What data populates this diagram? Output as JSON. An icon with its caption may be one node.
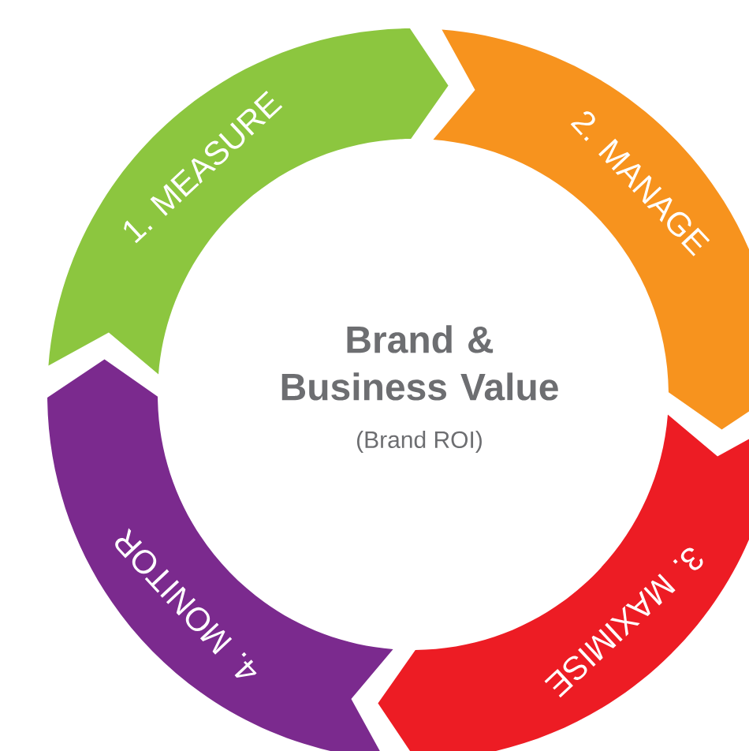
{
  "diagram": {
    "nodes": [
      {
        "text": [
          "1. MEASURE"
        ]
      },
      {
        "text": [
          "2. MANAGE"
        ]
      },
      {
        "text": [
          "3. MAXIMISE"
        ]
      },
      {
        "text": [
          "4. MONITOR"
        ]
      }
    ],
    "labels": [
      "Brand & Business Value",
      "(Brand ROI)"
    ]
  }
}
